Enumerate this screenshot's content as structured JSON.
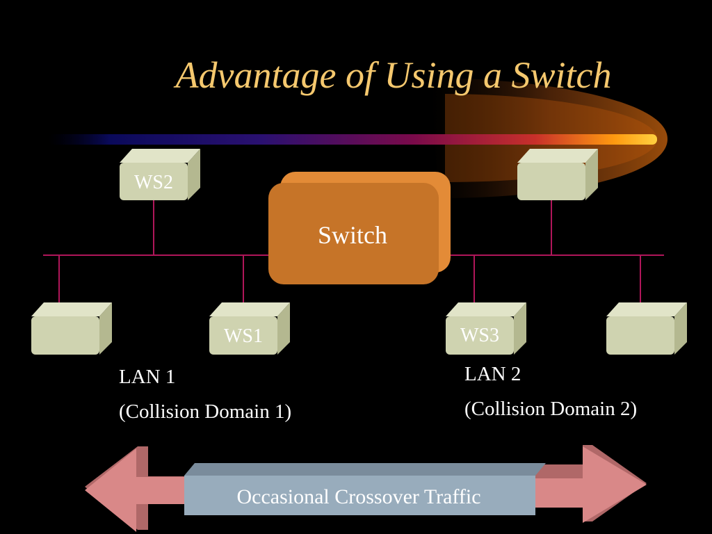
{
  "title": "Advantage of Using a Switch",
  "switch": {
    "label": "Switch"
  },
  "workstations": {
    "ws1": "WS1",
    "ws2": "WS2",
    "ws3": "WS3"
  },
  "lans": {
    "lan1": {
      "name": "LAN 1",
      "domain": "(Collision Domain 1)"
    },
    "lan2": {
      "name": "LAN 2",
      "domain": "(Collision Domain 2)"
    }
  },
  "crossover_label": "Occasional Crossover Traffic",
  "colors": {
    "background": "#000000",
    "title": "#f5c86e",
    "network_line": "#b0165a",
    "workstation_face": "#cfd3b0",
    "workstation_top": "#e1e4c8",
    "workstation_side": "#b4b890",
    "workstation_text": "#ffffff",
    "switch_face": "#c67428",
    "switch_edge": "#e38b37",
    "switch_text": "#ffffff",
    "lan_text": "#ffffff",
    "arrow_fill": "#d98888",
    "arrow_label_fill": "#98acbc",
    "arrow_label_text": "#ffffff"
  }
}
